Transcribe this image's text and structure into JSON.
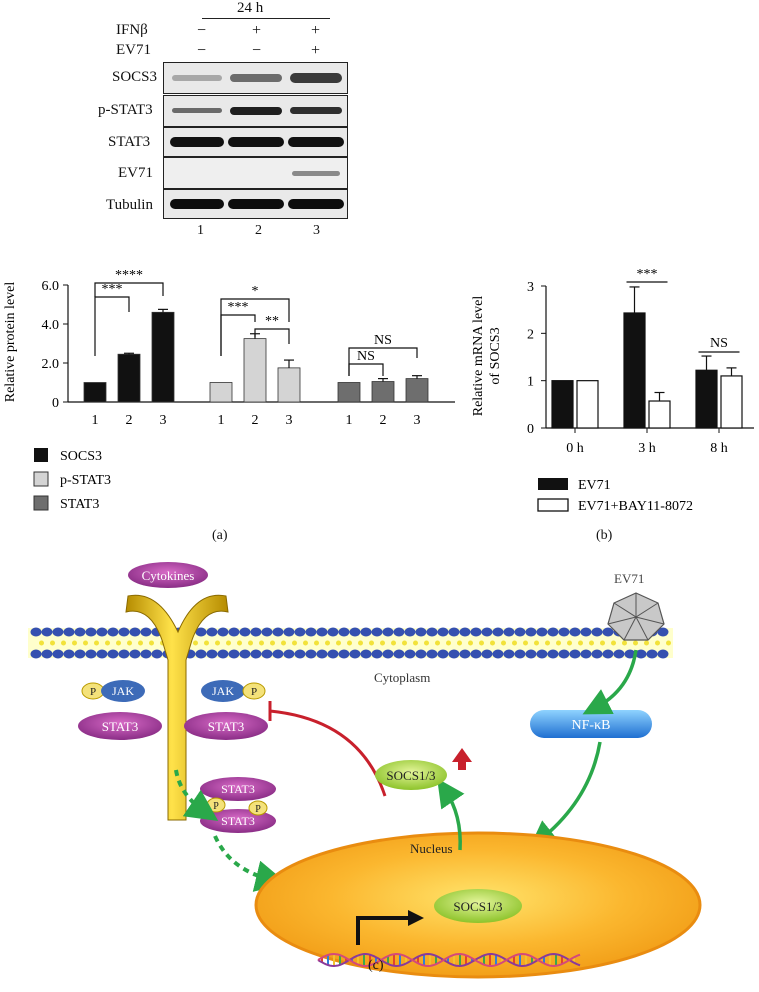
{
  "panel_a_blot": {
    "timepoint": "24 h",
    "treatment_rows": [
      {
        "label": "IFNβ",
        "signs": [
          "−",
          "+",
          "+"
        ]
      },
      {
        "label": "EV71",
        "signs": [
          "−",
          "−",
          "+"
        ]
      }
    ],
    "bands": [
      "SOCS3",
      "p-STAT3",
      "STAT3",
      "EV71",
      "Tubulin"
    ],
    "lanes": [
      "1",
      "2",
      "3"
    ]
  },
  "panel_a_chart": {
    "ylabel": "Relative protein level",
    "yticks": [
      "0",
      "2.0",
      "4.0",
      "6.0"
    ],
    "legend": [
      "SOCS3",
      "p-STAT3",
      "STAT3"
    ],
    "significance": [
      "***",
      "****",
      "*",
      "***",
      "**",
      "NS",
      "NS"
    ]
  },
  "panel_b_chart": {
    "ylabel_line1": "Relative mRNA level",
    "ylabel_line2": "of SOCS3",
    "yticks": [
      "0",
      "1",
      "2",
      "3"
    ],
    "legend": [
      "EV71",
      "EV71+BAY11-8072"
    ],
    "significance": [
      "***",
      "NS"
    ]
  },
  "captions": {
    "a": "(a)",
    "b": "(b)",
    "c": "(c)"
  },
  "diagram": {
    "cytokines": "Cytokines",
    "ev71": "EV71",
    "cytoplasm": "Cytoplasm",
    "jak": "JAK",
    "p": "P",
    "stat3": "STAT3",
    "nfkb": "NF-κB",
    "socs_up": "SOCS1/3",
    "nucleus": "Nucleus",
    "socs_gene": "SOCS1/3"
  },
  "chart_data": [
    {
      "type": "bar",
      "title": "",
      "xlabel": "",
      "ylabel": "Relative protein level",
      "ylim": [
        0,
        6.0
      ],
      "groups": [
        {
          "name": "SOCS3",
          "color": "#111111",
          "categories": [
            "1",
            "2",
            "3"
          ],
          "values": [
            1.0,
            2.45,
            4.6
          ],
          "errors": [
            0,
            0.05,
            0.15
          ]
        },
        {
          "name": "p-STAT3",
          "color": "#d4d4d4",
          "categories": [
            "1",
            "2",
            "3"
          ],
          "values": [
            1.0,
            3.25,
            1.75
          ],
          "errors": [
            0,
            0.25,
            0.4
          ]
        },
        {
          "name": "STAT3",
          "color": "#6e6e6e",
          "categories": [
            "1",
            "2",
            "3"
          ],
          "values": [
            1.0,
            1.05,
            1.2
          ],
          "errors": [
            0,
            0.15,
            0.15
          ]
        }
      ],
      "annotations": [
        {
          "text": "***",
          "between": [
            "SOCS3 1",
            "SOCS3 2"
          ]
        },
        {
          "text": "****",
          "between": [
            "SOCS3 1",
            "SOCS3 3"
          ]
        },
        {
          "text": "*",
          "between": [
            "p-STAT3 1",
            "p-STAT3 3"
          ]
        },
        {
          "text": "***",
          "between": [
            "p-STAT3 1",
            "p-STAT3 2"
          ]
        },
        {
          "text": "**",
          "between": [
            "p-STAT3 2",
            "p-STAT3 3"
          ]
        },
        {
          "text": "NS",
          "between": [
            "STAT3 1",
            "STAT3 3"
          ]
        },
        {
          "text": "NS",
          "between": [
            "STAT3 1",
            "STAT3 2"
          ]
        }
      ],
      "legend_position": "bottom-left"
    },
    {
      "type": "bar",
      "title": "",
      "xlabel": "",
      "ylabel": "Relative mRNA level of SOCS3",
      "ylim": [
        0,
        3
      ],
      "categories": [
        "0 h",
        "3 h",
        "8 h"
      ],
      "series": [
        {
          "name": "EV71",
          "color": "#111111",
          "values": [
            1.0,
            2.43,
            1.22
          ],
          "errors": [
            0,
            0.55,
            0.3
          ]
        },
        {
          "name": "EV71+BAY11-8072",
          "color": "#ffffff",
          "values": [
            1.0,
            0.57,
            1.1
          ],
          "errors": [
            0,
            0.18,
            0.17
          ]
        }
      ],
      "annotations": [
        {
          "text": "***",
          "category": "3 h"
        },
        {
          "text": "NS",
          "category": "8 h"
        }
      ],
      "legend_position": "bottom"
    }
  ]
}
